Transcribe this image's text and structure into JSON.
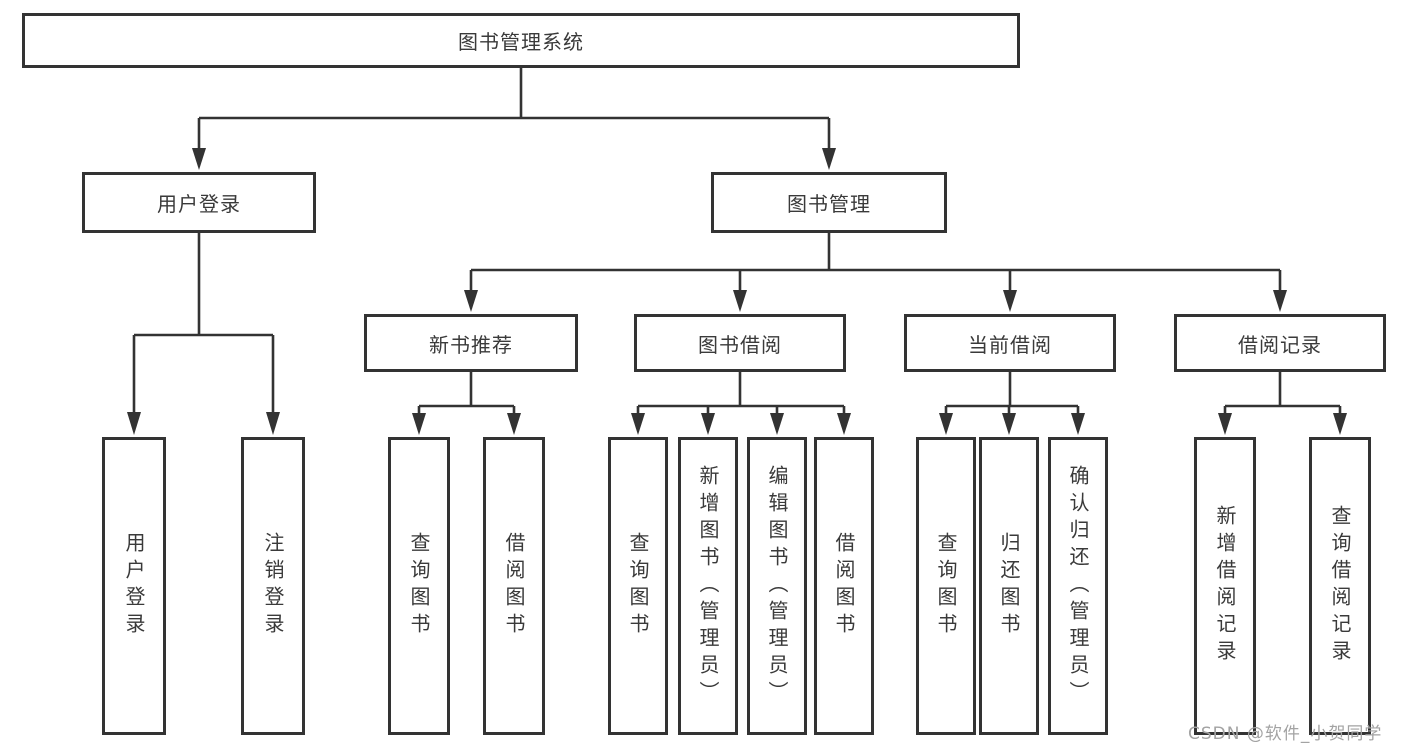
{
  "diagram": {
    "root": "图书管理系统",
    "level2": [
      "用户登录",
      "图书管理"
    ],
    "level3": [
      "新书推荐",
      "图书借阅",
      "当前借阅",
      "借阅记录"
    ],
    "leaves": [
      "用户登录",
      "注销登录",
      "查询图书",
      "借阅图书",
      "查询图书",
      "新增图书（管理员）",
      "编辑图书（管理员）",
      "借阅图书",
      "查询图书",
      "归还图书",
      "确认归还（管理员）",
      "新增借阅记录",
      "查询借阅记录"
    ],
    "watermark": "CSDN @软件_小贺同学",
    "colors": {
      "line": "#333333",
      "box_border": "#333333",
      "text": "#3a3a3a",
      "watermark": "#a3a3a3",
      "background": "#ffffff"
    }
  }
}
